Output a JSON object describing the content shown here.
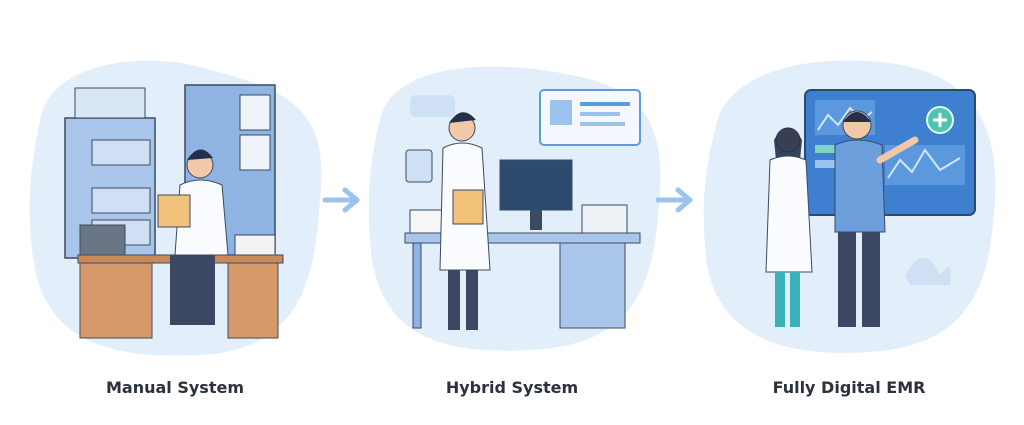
{
  "stages": [
    {
      "label": "Manual System"
    },
    {
      "label": "Hybrid System"
    },
    {
      "label": "Fully Digital EMR"
    }
  ],
  "colors": {
    "blob": "#e3eefb",
    "arrow": "#9cc3ef",
    "accent": "#5b9be0",
    "text": "#2b323c"
  }
}
